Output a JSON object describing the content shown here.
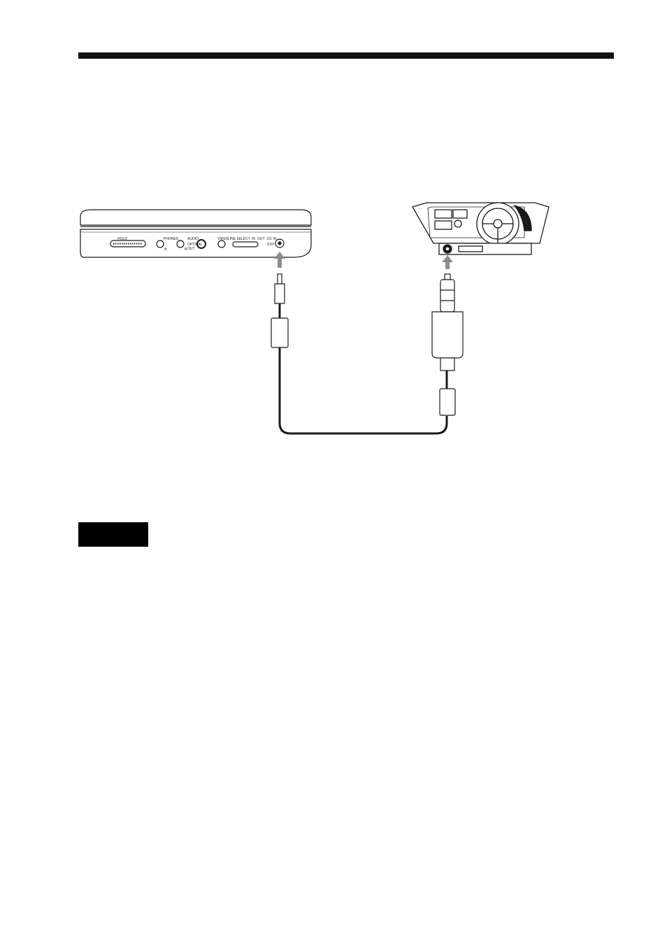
{
  "device_panel": {
    "labels": {
      "hold": "HOLD",
      "phones": "PHONES",
      "phones_a": "A",
      "phones_b": "B",
      "audio": "AUDIO",
      "optical": "OPTICAL",
      "out": "OUT",
      "video": "VIDEO",
      "line_select": "LINE SELECT",
      "line_in": "IN",
      "line_out": "OUT",
      "dc_in": "DC IN",
      "voltage": "9.5V"
    }
  },
  "colors": {
    "rule": "#111111",
    "arrow": "#8c8c8c",
    "cable": "#1a1a1a",
    "badge": "#000000"
  },
  "icons": [
    "up-arrow-icon",
    "up-arrow-icon"
  ]
}
